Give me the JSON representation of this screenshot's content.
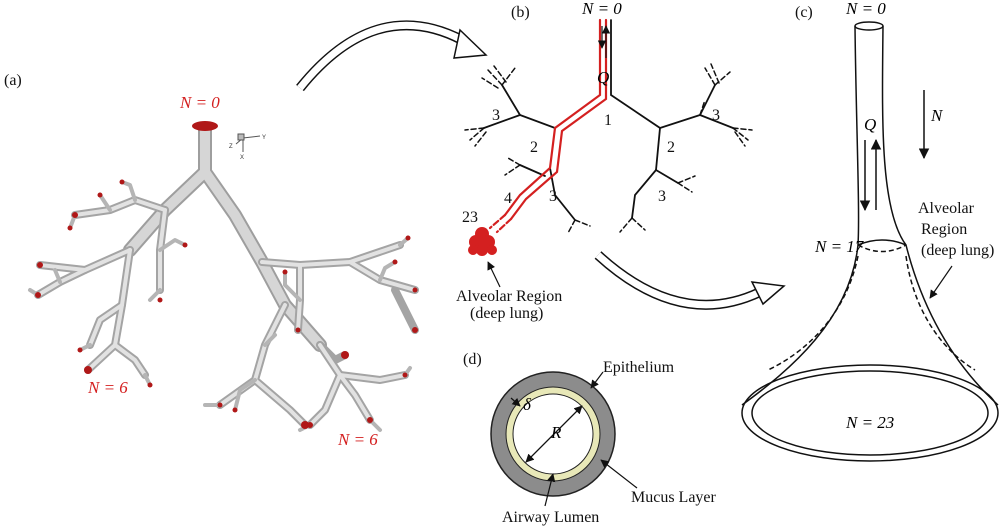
{
  "colors": {
    "accent_red": "#d42020",
    "airway_gray": "#c9c9c9",
    "epithelium": "#8c8c8c",
    "mucus": "#e8e8b8"
  },
  "panels": {
    "a": {
      "label": "(a)",
      "top_generation": "N = 0",
      "left_generation": "N = 6",
      "right_generation": "N = 6",
      "axis_y": "Y",
      "axis_x": "X",
      "axis_z": "Z"
    },
    "b": {
      "label": "(b)",
      "top_generation": "N = 0",
      "flow": "Q",
      "gen1": "1",
      "gen2_left": "2",
      "gen2_right": "2",
      "gen3_a": "3",
      "gen3_b": "3",
      "gen3_c": "3",
      "gen3_d": "3",
      "gen4": "4",
      "gen23": "23",
      "alveolar_line1": "Alveolar Region",
      "alveolar_line2": "(deep lung)"
    },
    "c": {
      "label": "(c)",
      "top_generation": "N = 0",
      "flow": "Q",
      "n_arrow": "N",
      "mid_generation": "N = 17",
      "bottom_generation": "N = 23",
      "alveolar_line1": "Alveolar",
      "alveolar_line2": "Region",
      "alveolar_line3": "(deep lung)"
    },
    "d": {
      "label": "(d)",
      "epithelium": "Epithelium",
      "delta": "δ",
      "radius": "R",
      "mucus_layer": "Mucus Layer",
      "airway_lumen": "Airway Lumen"
    }
  }
}
